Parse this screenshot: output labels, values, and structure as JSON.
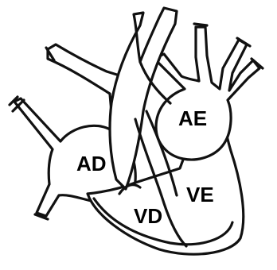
{
  "diagram": {
    "labels": {
      "left_atrium": "AE",
      "right_atrium": "AD",
      "left_ventricle": "VE",
      "right_ventricle": "VD"
    }
  },
  "colors": {
    "stroke": "#111111",
    "background": "#ffffff",
    "text": "#000000"
  }
}
